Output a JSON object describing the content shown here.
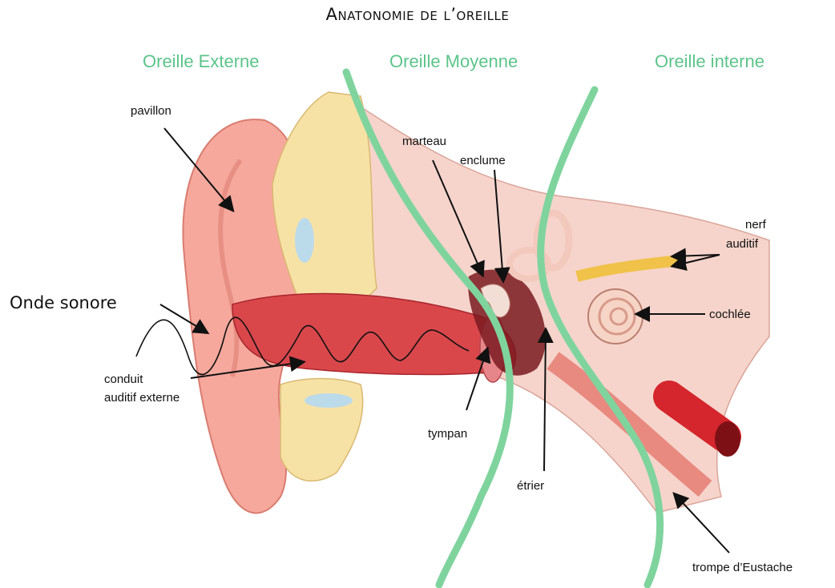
{
  "title": "Anatonomie de l’oreille",
  "regions": {
    "outer": "Oreille Externe",
    "middle": "Oreille Moyenne",
    "inner": "Oreille interne"
  },
  "labels": {
    "pavillon": "pavillon",
    "marteau": "marteau",
    "enclume": "enclume",
    "nerf_1": "nerf",
    "nerf_2": "auditif",
    "cochlee": "cochlée",
    "onde": "Onde sonore",
    "conduit_1": "conduit",
    "conduit_2": "auditif externe",
    "tympan": "tympan",
    "etrier": "étrier",
    "trompe": "trompe d’Eustache"
  },
  "colors": {
    "divider": "#7fd49e",
    "region_text": "#5cc48a",
    "flesh": "#f4a59a",
    "cartilage": "#f7e2a6",
    "bone": "#f5d6cf",
    "canal": "#c8323a"
  }
}
